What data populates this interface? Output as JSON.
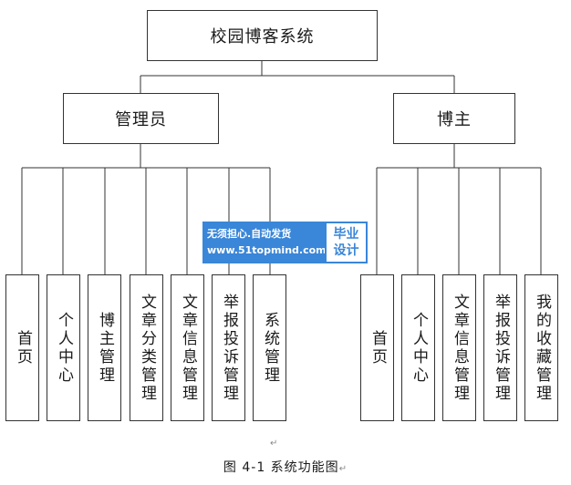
{
  "diagram": {
    "root": "校园博客系统",
    "branches": [
      {
        "label": "管理员",
        "children": [
          "首页",
          "个人中心",
          "博主管理",
          "文章分类管理",
          "文章信息管理",
          "举报投诉管理",
          "系统管理"
        ]
      },
      {
        "label": "博主",
        "children": [
          "首页",
          "个人中心",
          "文章信息管理",
          "举报投诉管理",
          "我的收藏管理"
        ]
      }
    ]
  },
  "watermark": {
    "line1": "无须担心.自动发货",
    "line2": "www.51topmind.com",
    "badge_line1": "毕业",
    "badge_line2": "设计",
    "color": "#3a86d8"
  },
  "caption": "图 4-1  系统功能图",
  "paragraph_mark": "↵"
}
